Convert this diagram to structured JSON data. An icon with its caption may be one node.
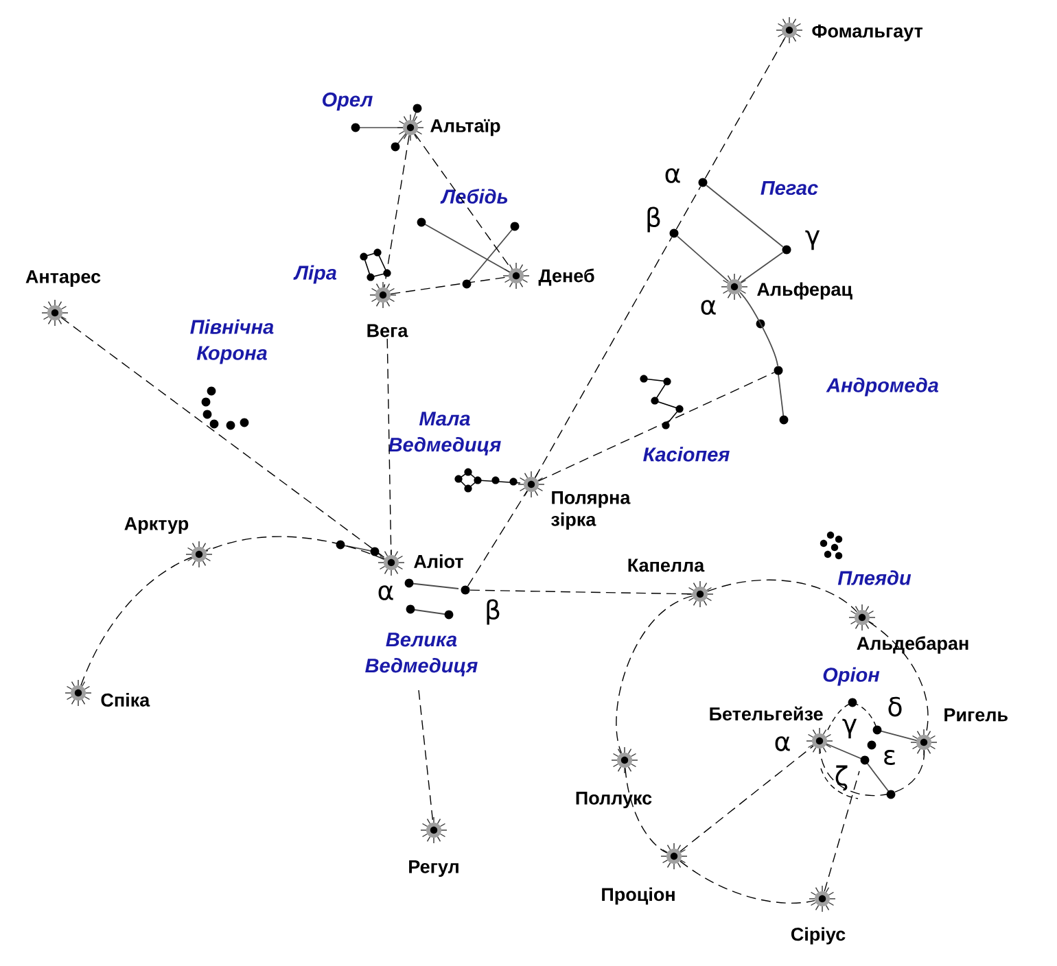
{
  "diagram": {
    "nodes": [
      {
        "text": [
          "Фомальгаут"
        ]
      },
      {
        "text": [
          "Альтаїр"
        ]
      },
      {
        "text": [
          "Денеб"
        ]
      },
      {
        "text": [
          "Вега"
        ]
      },
      {
        "text": [
          "Альферац"
        ],
        "beside": [
          "α"
        ]
      },
      {
        "text": [
          "Антарес"
        ]
      },
      {
        "text": [
          "Полярна зірка"
        ]
      },
      {
        "text": [
          "Арктур"
        ]
      },
      {
        "text": [
          "Аліот"
        ]
      },
      {
        "text": [
          "Капелла"
        ]
      },
      {
        "text": [
          "Альдебаран"
        ]
      },
      {
        "text": [
          "Бетельгейзе"
        ]
      },
      {
        "text": [
          "Ригель"
        ]
      },
      {
        "text": [
          "Спіка"
        ]
      },
      {
        "text": [
          "Поллукс"
        ]
      },
      {
        "text": [
          "Регул"
        ]
      },
      {
        "text": [
          "Проціон"
        ]
      },
      {
        "text": [
          "Сіріус"
        ]
      },
      {
        "text": [
          "α"
        ]
      },
      {
        "text": [
          "β"
        ]
      },
      {
        "text": [
          "γ"
        ]
      },
      {
        "text": [
          "β"
        ]
      },
      {
        "text": [],
        "shape": "circle"
      }
    ],
    "edges": [
      {
        "from": 1,
        "to": 3,
        "arrow": "none",
        "style": "dashed"
      },
      {
        "from": 1,
        "to": 2,
        "arrow": "none",
        "style": "dashed"
      },
      {
        "from": 3,
        "to": 2,
        "arrow": "none",
        "style": "dashed"
      },
      {
        "from": 3,
        "to": 8,
        "arrow": "none",
        "style": "dashed"
      },
      {
        "from": 5,
        "to": 8,
        "arrow": "none",
        "style": "dashed"
      },
      {
        "from": null,
        "to": 15,
        "arrow": "none",
        "style": "dashed"
      },
      {
        "from": 8,
        "to": 7,
        "arrow": "none",
        "style": "dashed"
      },
      {
        "from": 13,
        "to": 7,
        "arrow": "none",
        "style": "dashed"
      },
      {
        "from": 21,
        "to": 6,
        "arrow": "none",
        "style": "dashed"
      },
      {
        "from": 6,
        "to": 19,
        "arrow": "none",
        "style": "dashed"
      },
      {
        "from": 19,
        "to": 18,
        "arrow": "none",
        "style": "dashed"
      },
      {
        "from": 18,
        "to": 0,
        "arrow": "none",
        "style": "dashed"
      },
      {
        "from": 18,
        "to": 20,
        "arrow": "none"
      },
      {
        "from": 20,
        "to": 4,
        "arrow": "none"
      },
      {
        "from": 19,
        "to": 4,
        "arrow": "none"
      },
      {
        "from": 6,
        "to": 22,
        "arrow": "none",
        "style": "dashed"
      },
      {
        "from": 21,
        "to": 9,
        "arrow": "none",
        "style": "dashed"
      },
      {
        "from": 9,
        "to": 10,
        "arrow": "none",
        "style": "dashed"
      },
      {
        "from": 10,
        "to": 12,
        "arrow": "none",
        "style": "dashed"
      },
      {
        "from": 12,
        "to": 11,
        "arrow": "none",
        "style": "dashed"
      },
      {
        "from": 9,
        "to": 14,
        "arrow": "none",
        "style": "dashed"
      },
      {
        "from": 14,
        "to": 16,
        "arrow": "none",
        "style": "dashed"
      },
      {
        "from": 16,
        "to": 17,
        "arrow": "none",
        "style": "dashed"
      },
      {
        "from": 17,
        "to": null,
        "arrow": "none",
        "style": "dashed"
      },
      {
        "from": 16,
        "to": 11,
        "arrow": "none",
        "style": "dashed"
      },
      {
        "from": 4,
        "to": 22,
        "arrow": "none"
      }
    ],
    "labels": [
      "Орел",
      "Пегас",
      "Лебідь",
      "Ліра",
      "Північна Корона",
      "Андромеда",
      "Мала Ведмедиця",
      "Касіопея",
      "Плеяди",
      "α",
      "Велика Ведмедиця",
      "Оріон",
      "δ",
      "γ",
      "α",
      "ε",
      "ζ"
    ]
  }
}
